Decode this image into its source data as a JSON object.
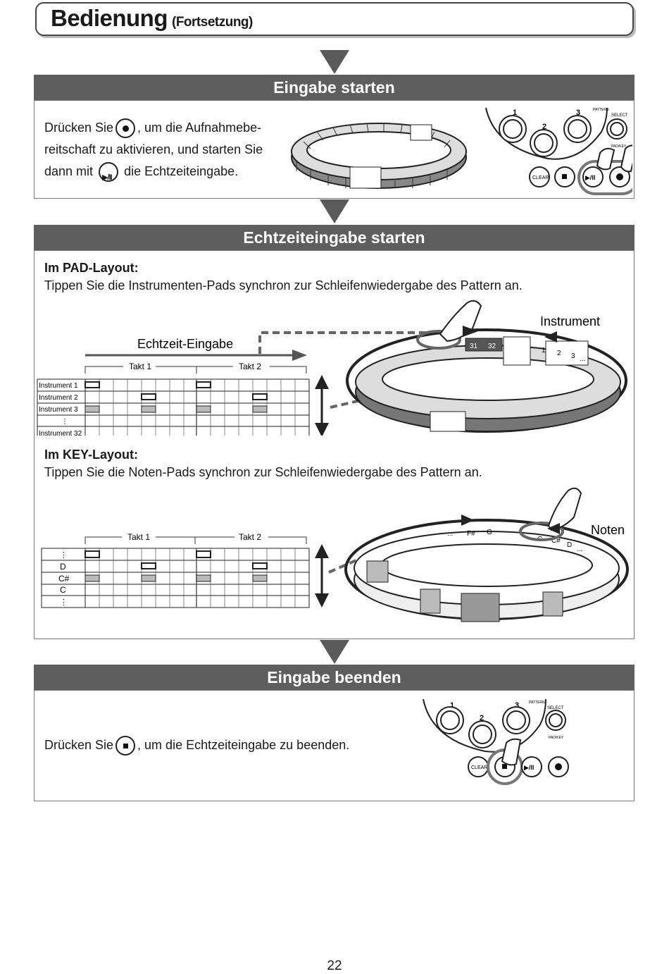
{
  "header": {
    "title": "Bedienung",
    "subtitle": "(Fortsetzung)"
  },
  "section1": {
    "title": "Eingabe starten",
    "line1_a": "Drücken Sie",
    "line1_b": ", um die Aufnahmebe-",
    "line2": "reitschaft zu aktivieren, und starten Sie",
    "line3_a": "dann mit",
    "line3_b": "die Echtzeiteingabe."
  },
  "section2": {
    "title": "Echtzeiteingabe starten",
    "pad_heading": "Im PAD-Layout:",
    "pad_text": "Tippen Sie die Instrumenten-Pads synchron zur Schleifenwiedergabe des Pattern an.",
    "realtime_label": "Echtzeit-Eingabe",
    "instrument_label": "Instrument",
    "takt1": "Takt 1",
    "takt2": "Takt  2",
    "instruments": [
      "Instrument 1",
      "Instrument 2",
      "Instrument 3",
      "⋮",
      "Instrument 32"
    ],
    "ring_numbers_pad": [
      "31",
      "32",
      "1",
      "2",
      "3",
      "..."
    ],
    "key_heading": "Im KEY-Layout:",
    "key_text": "Tippen Sie die Noten-Pads synchron zur Schleifenwiedergabe des Pattern an.",
    "noten_label": "Noten",
    "takt1_key": "Takt 1",
    "takt2_key": "Takt 2",
    "notes": [
      "⋮",
      "D",
      "C#",
      "C",
      "⋮"
    ],
    "ring_notes_key": [
      "...",
      "F#",
      "G",
      "C",
      "C#",
      "D",
      "..."
    ]
  },
  "section3": {
    "title": "Eingabe beenden",
    "text_a": "Drücken Sie",
    "text_b": ", um die Echtzeiteingabe zu beenden."
  },
  "device": {
    "pad1": "1",
    "pad2": "2",
    "pad3": "3",
    "pattern": "PATTERN",
    "select": "SELECT",
    "padkey": "PAD/KEY",
    "clear": "CLEAR",
    "stop": "■",
    "playpause": "▶/II",
    "rec": "●"
  },
  "page_number": "22"
}
